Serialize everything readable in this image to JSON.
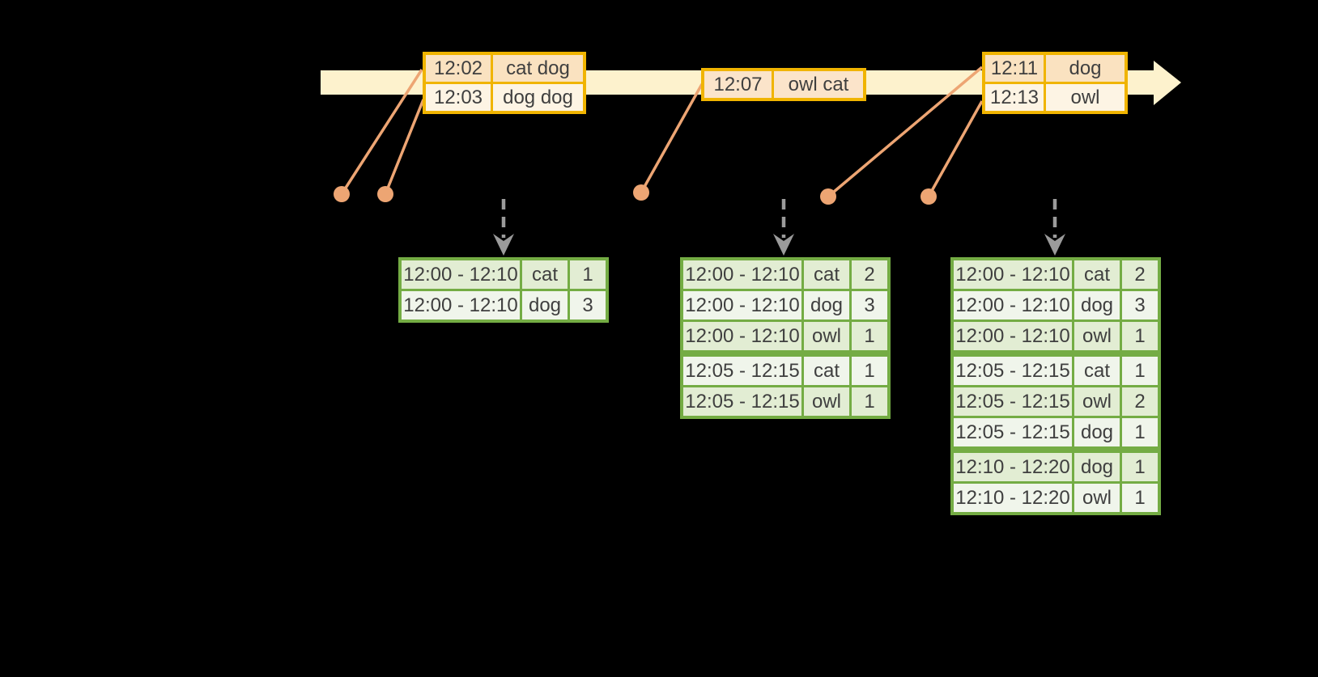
{
  "diagram": {
    "colors": {
      "background": "#000000",
      "timeline_band": "#fdf2cd",
      "event_table_border": "#f0b400",
      "event_row_dark": "#fae2c0",
      "event_row_light": "#fdf4e4",
      "event_row_mid": "#fbe4ca",
      "connector_orange": "#eda573",
      "trigger_arrow_gray": "#9b9b9b",
      "result_table_border": "#74ac44",
      "result_row_dark": "#e2edd3",
      "result_row_light": "#f0f5eb",
      "text": "#3f3f3f"
    },
    "event_tables": [
      {
        "id": "event-table-1",
        "rows": [
          {
            "time": "12:02",
            "words": "cat dog",
            "shade": "dark"
          },
          {
            "time": "12:03",
            "words": "dog dog",
            "shade": "light"
          }
        ]
      },
      {
        "id": "event-table-2",
        "rows": [
          {
            "time": "12:07",
            "words": "owl cat",
            "shade": "mid"
          }
        ]
      },
      {
        "id": "event-table-3",
        "rows": [
          {
            "time": "12:11",
            "words": "dog",
            "shade": "dark"
          },
          {
            "time": "12:13",
            "words": "owl",
            "shade": "light"
          }
        ]
      }
    ],
    "result_tables": [
      {
        "id": "result-table-1",
        "rows": [
          {
            "window": "12:00 - 12:10",
            "word": "cat",
            "count": "1"
          },
          {
            "window": "12:00 - 12:10",
            "word": "dog",
            "count": "3"
          }
        ]
      },
      {
        "id": "result-table-2",
        "rows": [
          {
            "window": "12:00 - 12:10",
            "word": "cat",
            "count": "2"
          },
          {
            "window": "12:00 - 12:10",
            "word": "dog",
            "count": "3"
          },
          {
            "window": "12:00 - 12:10",
            "word": "owl",
            "count": "1"
          },
          {
            "window": "12:05 - 12:15",
            "word": "cat",
            "count": "1"
          },
          {
            "window": "12:05 - 12:15",
            "word": "owl",
            "count": "1"
          }
        ]
      },
      {
        "id": "result-table-3",
        "rows": [
          {
            "window": "12:00 - 12:10",
            "word": "cat",
            "count": "2"
          },
          {
            "window": "12:00 - 12:10",
            "word": "dog",
            "count": "3"
          },
          {
            "window": "12:00 - 12:10",
            "word": "owl",
            "count": "1"
          },
          {
            "window": "12:05 - 12:15",
            "word": "cat",
            "count": "1"
          },
          {
            "window": "12:05 - 12:15",
            "word": "owl",
            "count": "2"
          },
          {
            "window": "12:05 - 12:15",
            "word": "dog",
            "count": "1"
          },
          {
            "window": "12:10 - 12:20",
            "word": "dog",
            "count": "1"
          },
          {
            "window": "12:10 - 12:20",
            "word": "owl",
            "count": "1"
          }
        ]
      }
    ]
  }
}
